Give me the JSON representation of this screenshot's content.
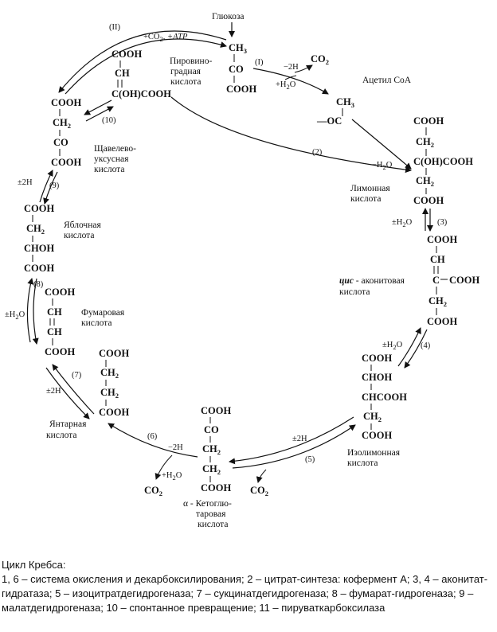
{
  "labels": {
    "glucose": "Глюкоза",
    "pyruvate": [
      "Пировино-",
      "градная",
      "кислота"
    ],
    "acetyl_coa": "Ацетил СоА",
    "citric": [
      "Лимонная",
      "кислота"
    ],
    "cis_aconitic_prefix": "цис",
    "cis_aconitic_rest": "- аконитовая",
    "cis_aconitic_line2": "кислота",
    "isocitric": [
      "Изолимонная",
      "кислота"
    ],
    "ketoglutaric": [
      "α - Кетоглю-",
      "таровая",
      "кислота"
    ],
    "succinic": [
      "Янтарная",
      "кислота"
    ],
    "fumaric": [
      "Фумаровая",
      "кислота"
    ],
    "malic": [
      "Яблочная",
      "кислота"
    ],
    "oxaloacetic": [
      "Щавелево-",
      "уксусная",
      "кислота"
    ]
  },
  "formula_text": {
    "cooh": "COOH",
    "ch2": "CH",
    "ch3": "CH",
    "co": "CO",
    "ch": "CH",
    "choh": "CHOH",
    "chcooh": "CHCOOH",
    "c_oh_cooh": "C(OH)COOH",
    "c_dash": "C",
    "oc": "—OC",
    "co2": "CO",
    "h2o": "H",
    "sub2": "2",
    "sub3": "3"
  },
  "reactions": {
    "r1": "(I)",
    "r1_minus2h": "−2H",
    "r1_plus_h2o": "+H",
    "r2": "(2)",
    "r2_minus_h2o": "−H",
    "r3": "(3)",
    "r3_pm_h2o": "±H",
    "r4": "(4)",
    "r4_pm_h2o": "±H",
    "r5": "(5)",
    "r5_pm2h": "±2H",
    "r6": "(6)",
    "r6_minus2h": "−2H",
    "r6_plus_h2o": "+H",
    "r7": "(7)",
    "r7_pm2h": "±2H",
    "r8": "(8)",
    "r8_pm_h2o": "±H",
    "r9": "(9)",
    "r9_pm2h": "±2H",
    "r10": "(10)",
    "r11": "(II)",
    "r11_top_co2": "+CO",
    "r11_top_atp": ", +ATP",
    "o": "O"
  },
  "caption": {
    "title": "Цикл Кребса:",
    "body": "1, 6 – система окисления и декарбоксилирования; 2 – цитрат-синтеза: кофермент А; 3, 4 – аконитат-гидратаза; 5 – изоцитратдегидрогеназа; 7 – сукцинатдегидрогеназа; 8 – фумарат-гидрогеназа; 9 – малатдегидрогеназа; 10 – спонтанное превращение; 11 – пируваткарбоксилаза"
  }
}
